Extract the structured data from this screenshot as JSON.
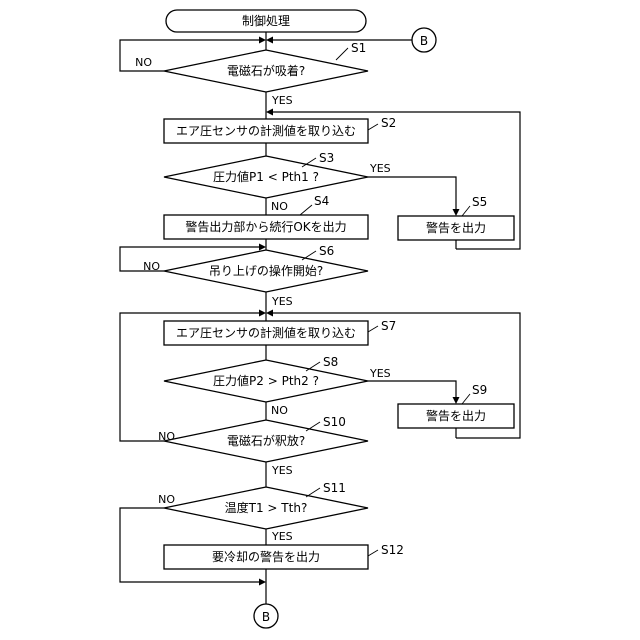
{
  "terminal": {
    "start": "制御処理"
  },
  "connectors": {
    "top": "B",
    "bottom": "B"
  },
  "steps": {
    "s1": {
      "id": "S1",
      "text": "電磁石が吸着?"
    },
    "s2": {
      "id": "S2",
      "text": "エア圧センサの計測値を取り込む"
    },
    "s3": {
      "id": "S3",
      "text": "圧力値P1 < Pth1 ?"
    },
    "s4": {
      "id": "S4",
      "text": "警告出力部から続行OKを出力"
    },
    "s5": {
      "id": "S5",
      "text": "警告を出力"
    },
    "s6": {
      "id": "S6",
      "text": "吊り上げの操作開始?"
    },
    "s7": {
      "id": "S7",
      "text": "エア圧センサの計測値を取り込む"
    },
    "s8": {
      "id": "S8",
      "text": "圧力値P2 > Pth2 ?"
    },
    "s9": {
      "id": "S9",
      "text": "警告を出力"
    },
    "s10": {
      "id": "S10",
      "text": "電磁石が釈放?"
    },
    "s11": {
      "id": "S11",
      "text": "温度T1 > Tth?"
    },
    "s12": {
      "id": "S12",
      "text": "要冷却の警告を出力"
    }
  },
  "labels": {
    "yes": "YES",
    "no": "NO"
  }
}
